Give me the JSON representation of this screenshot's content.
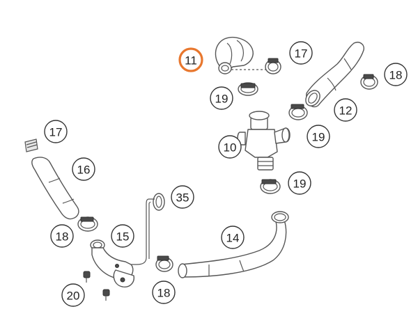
{
  "callouts": [
    {
      "id": "c11",
      "number": "11",
      "highlighted": true
    },
    {
      "id": "c17a",
      "number": "17"
    },
    {
      "id": "c18a",
      "number": "18"
    },
    {
      "id": "c19a",
      "number": "19"
    },
    {
      "id": "c12",
      "number": "12"
    },
    {
      "id": "c10",
      "number": "10"
    },
    {
      "id": "c19b",
      "number": "19"
    },
    {
      "id": "c17b",
      "number": "17"
    },
    {
      "id": "c16",
      "number": "16"
    },
    {
      "id": "c19c",
      "number": "19"
    },
    {
      "id": "c35",
      "number": "35"
    },
    {
      "id": "c18b",
      "number": "18"
    },
    {
      "id": "c15",
      "number": "15"
    },
    {
      "id": "c14",
      "number": "14"
    },
    {
      "id": "c20",
      "number": "20"
    },
    {
      "id": "c18c",
      "number": "18"
    }
  ],
  "colors": {
    "highlight": "#e8772e",
    "outline": "#555555",
    "background": "#ffffff"
  }
}
